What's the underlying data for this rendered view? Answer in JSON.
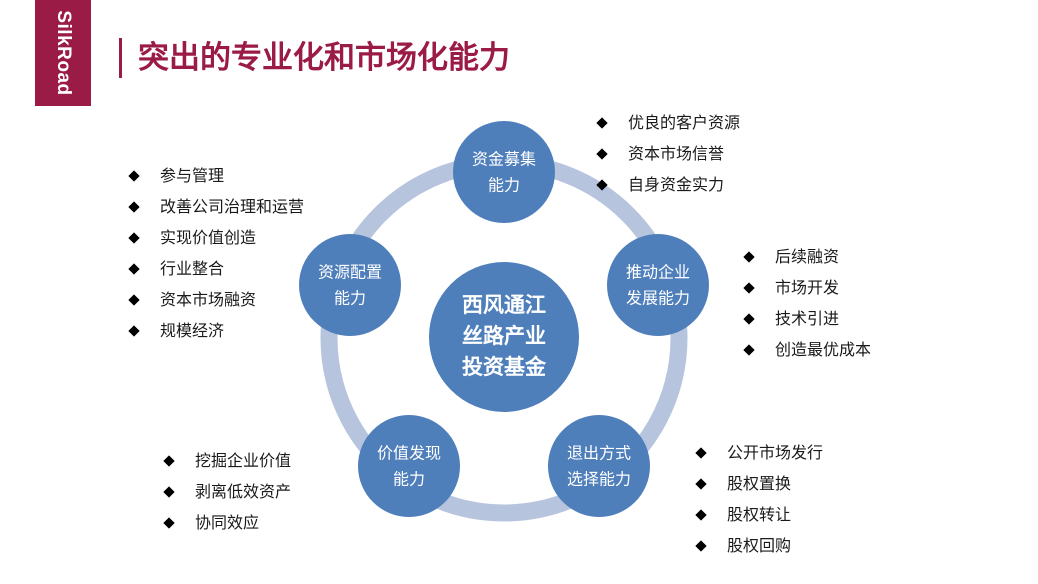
{
  "logo": {
    "text": "SilkRoad"
  },
  "title": "突出的专业化和市场化能力",
  "center": {
    "lines": [
      "西风通江",
      "丝路产业",
      "投资基金"
    ]
  },
  "nodes": [
    {
      "lines": [
        "资金募集",
        "能力"
      ],
      "bullets": [
        "优良的客户资源",
        "资本市场信誉",
        "自身资金实力"
      ]
    },
    {
      "lines": [
        "推动企业",
        "发展能力"
      ],
      "bullets": [
        "后续融资",
        "市场开发",
        "技术引进",
        "创造最优成本"
      ]
    },
    {
      "lines": [
        "退出方式",
        "选择能力"
      ],
      "bullets": [
        "公开市场发行",
        "股权置换",
        "股权转让",
        "股权回购"
      ]
    },
    {
      "lines": [
        "价值发现",
        "能力"
      ],
      "bullets": [
        "挖掘企业价值",
        "剥离低效资产",
        "协同效应"
      ]
    },
    {
      "lines": [
        "资源配置",
        "能力"
      ],
      "bullets": [
        "参与管理",
        "改善公司治理和运营",
        "实现价值创造",
        "行业整合",
        "资本市场融资",
        "规模经济"
      ]
    }
  ],
  "colors": {
    "brand": "#9b1b47",
    "node_fill": "#4f7fbb",
    "ring": "#b7c4de"
  }
}
